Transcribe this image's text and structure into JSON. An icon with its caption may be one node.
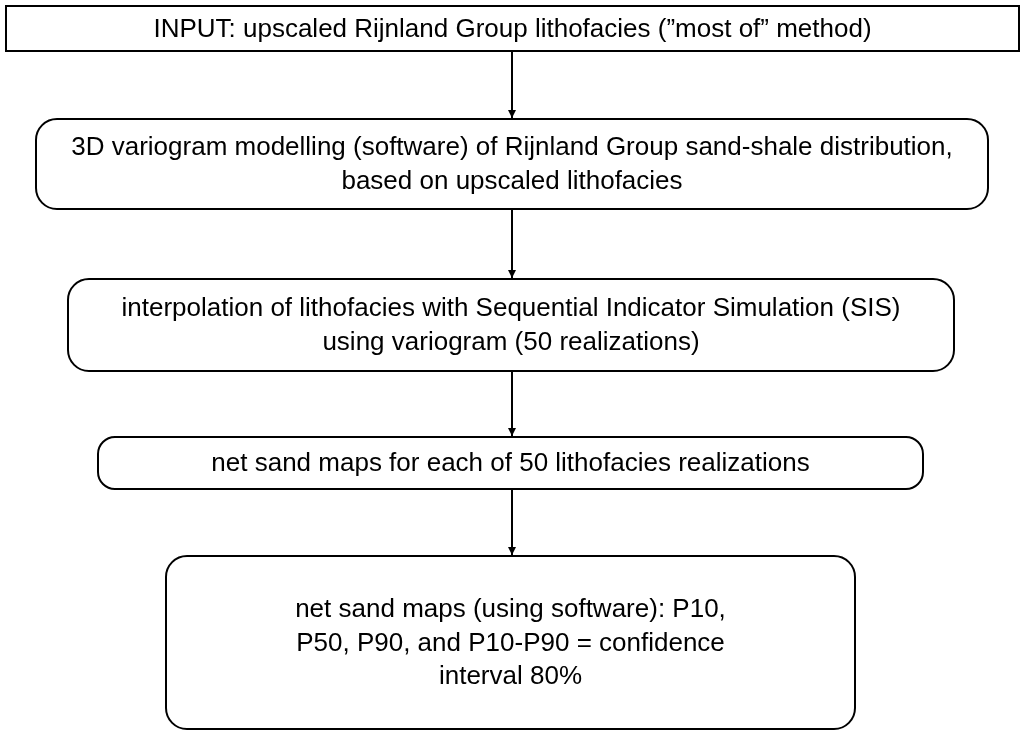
{
  "diagram": {
    "nodes": [
      {
        "text": [
          "INPUT: upscaled Rijnland Group lithofacies (”most of” method)"
        ]
      },
      {
        "text": [
          "3D variogram modelling (software) of Rijnland Group sand-shale distribution, based on upscaled lithofacies"
        ]
      },
      {
        "text": [
          "interpolation of lithofacies with Sequential Indicator Simulation (SIS) using variogram (50 realizations)"
        ]
      },
      {
        "text": [
          "net sand maps for each of 50 lithofacies realizations"
        ]
      },
      {
        "text": [
          "net sand maps (using software): P10, P50, P90, and P10-P90 = confidence interval 80%"
        ]
      }
    ],
    "edges": [
      {
        "from": 0,
        "to": 1,
        "arrow": "to"
      },
      {
        "from": 1,
        "to": 2,
        "arrow": "to"
      },
      {
        "from": 2,
        "to": 3,
        "arrow": "to"
      },
      {
        "from": 3,
        "to": 4,
        "arrow": "to"
      }
    ]
  }
}
